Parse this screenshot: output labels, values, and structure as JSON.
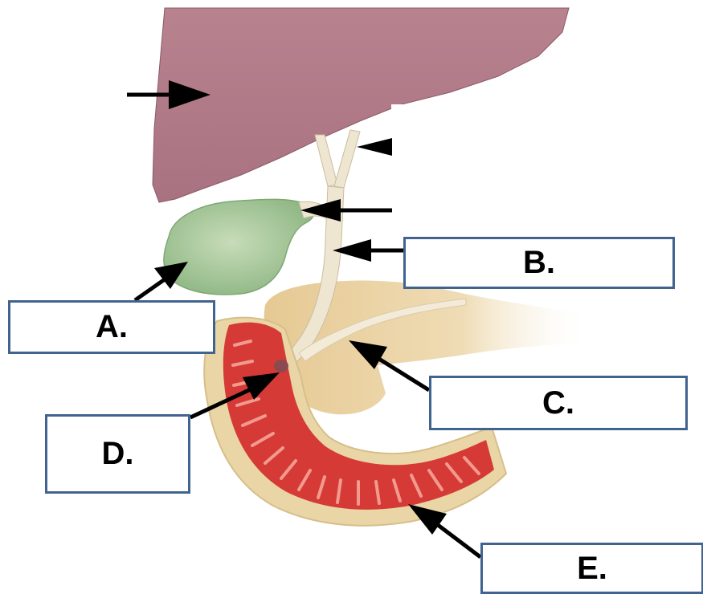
{
  "labels": {
    "a": "A.",
    "b": "B.",
    "c": "C.",
    "d": "D.",
    "e": "E."
  },
  "colors": {
    "liver": "#b07a86",
    "gallbladder": "#9fc39a",
    "bile_ducts": "#efe6d2",
    "pancreas": "#e8cf9a",
    "duodenum_wall": "#e9d5a6",
    "duodenum_mucosa": "#d9302e",
    "arrow": "#000000",
    "label_border": "#41638f"
  },
  "icons": [
    "pointer-arrow-icon"
  ]
}
